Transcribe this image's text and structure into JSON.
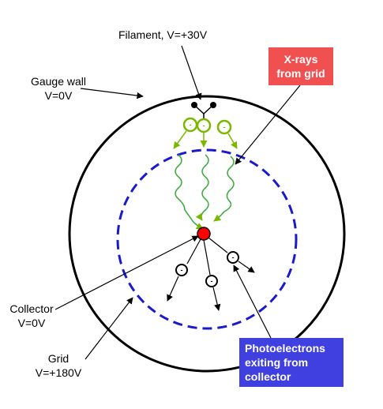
{
  "labels": {
    "filament": "Filament, V=+30V",
    "gauge_wall_line1": "Gauge wall",
    "gauge_wall_line2": "V=0V",
    "collector_line1": "Collector",
    "collector_line2": "V=0V",
    "grid_line1": "Grid",
    "grid_line2": "V=+180V"
  },
  "boxes": {
    "xrays_line1": "X-rays",
    "xrays_line2": "from grid",
    "photo_line1": "Photoelectrons",
    "photo_line2": "exiting from",
    "photo_line3": "collector"
  },
  "charges": {
    "electron_symbol": "-"
  },
  "colors": {
    "wall": "#000000",
    "grid": "#1a1acc",
    "electron_green": "#7ab800",
    "collector": "#ff0000",
    "xray_box": "#f05050",
    "photo_box": "#4040e0"
  }
}
